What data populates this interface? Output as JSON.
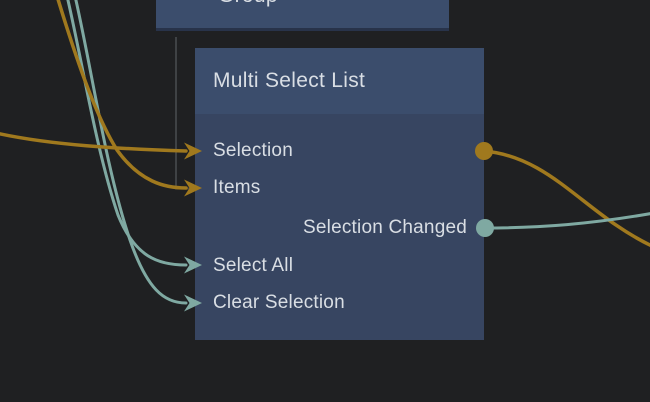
{
  "colors": {
    "background": "#1f2022",
    "node_header": "#3b4d6c",
    "node_body": "#374561",
    "text": "#d9dee4",
    "gold": "#a0791e",
    "teal": "#7fa9a2",
    "gray_wire": "#3f4245",
    "group_edge": "#28334a"
  },
  "group_node": {
    "title": "Group"
  },
  "multi_select_node": {
    "title": "Multi Select List",
    "ports": [
      {
        "label": "Selection",
        "side": "left",
        "direction": "input",
        "wire_color": "gold"
      },
      {
        "label": "Items",
        "side": "left",
        "direction": "input",
        "wire_color": "gold"
      },
      {
        "label": "Selection Changed",
        "side": "right",
        "direction": "output",
        "wire_color": "teal"
      },
      {
        "label": "Select All",
        "side": "left",
        "direction": "input",
        "wire_color": "teal"
      },
      {
        "label": "Clear Selection",
        "side": "left",
        "direction": "input",
        "wire_color": "teal"
      }
    ],
    "outputs_right": [
      {
        "row": "Selection",
        "wire_color": "gold"
      },
      {
        "row": "Selection Changed",
        "wire_color": "teal"
      }
    ]
  }
}
